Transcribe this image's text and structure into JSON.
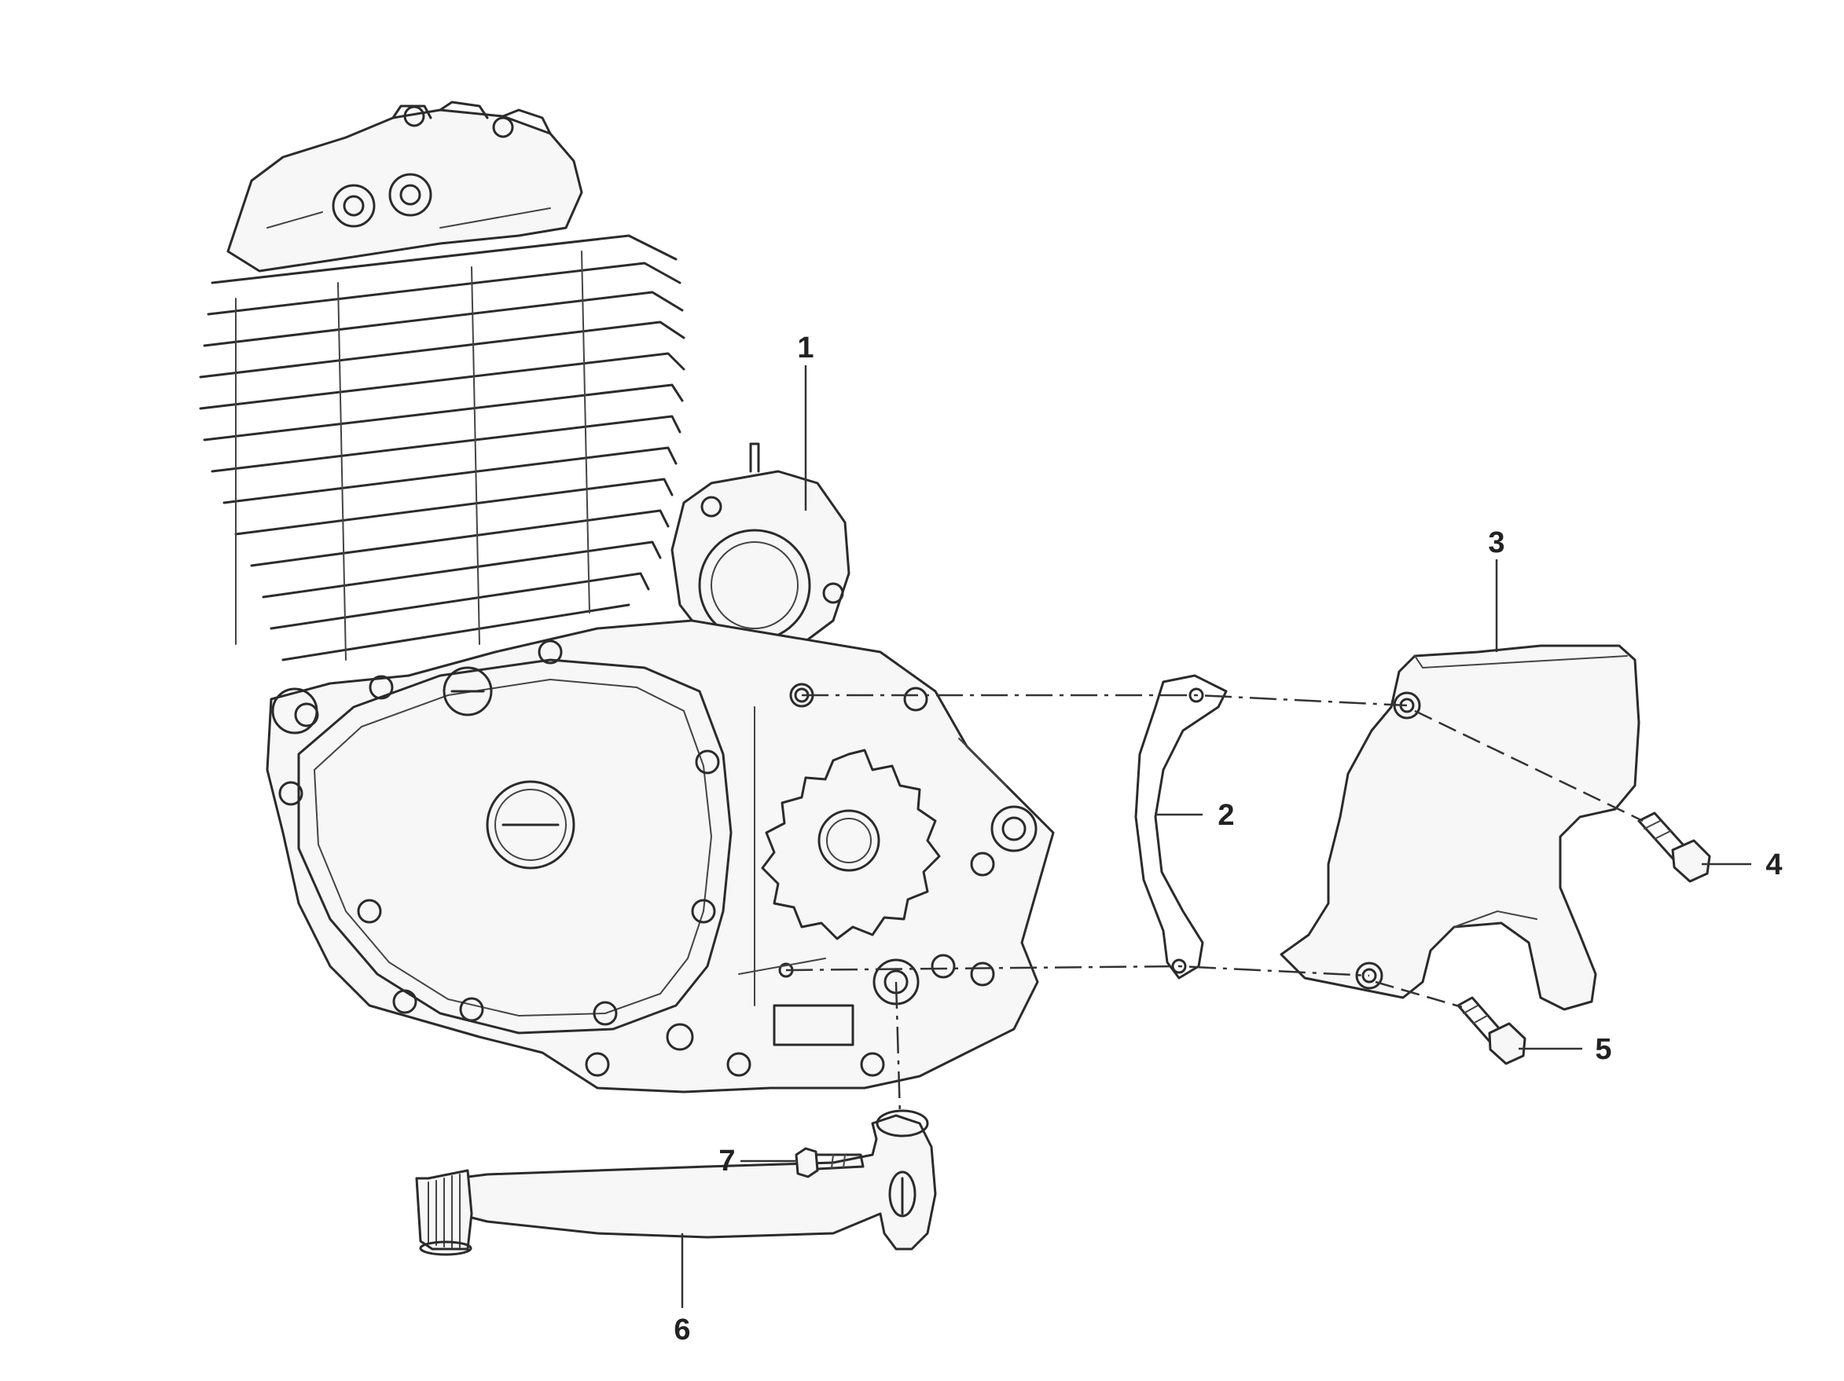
{
  "diagram": {
    "callouts": [
      {
        "number": "1",
        "part": "starter-motor"
      },
      {
        "number": "2",
        "part": "gasket"
      },
      {
        "number": "3",
        "part": "sprocket-cover"
      },
      {
        "number": "4",
        "part": "bolt-upper"
      },
      {
        "number": "5",
        "part": "bolt-lower"
      },
      {
        "number": "6",
        "part": "gear-shift-lever"
      },
      {
        "number": "7",
        "part": "lever-bolt"
      }
    ]
  },
  "colors": {
    "line": "#2b2b2b",
    "background": "#ffffff",
    "shade": "#f7f7f7"
  }
}
